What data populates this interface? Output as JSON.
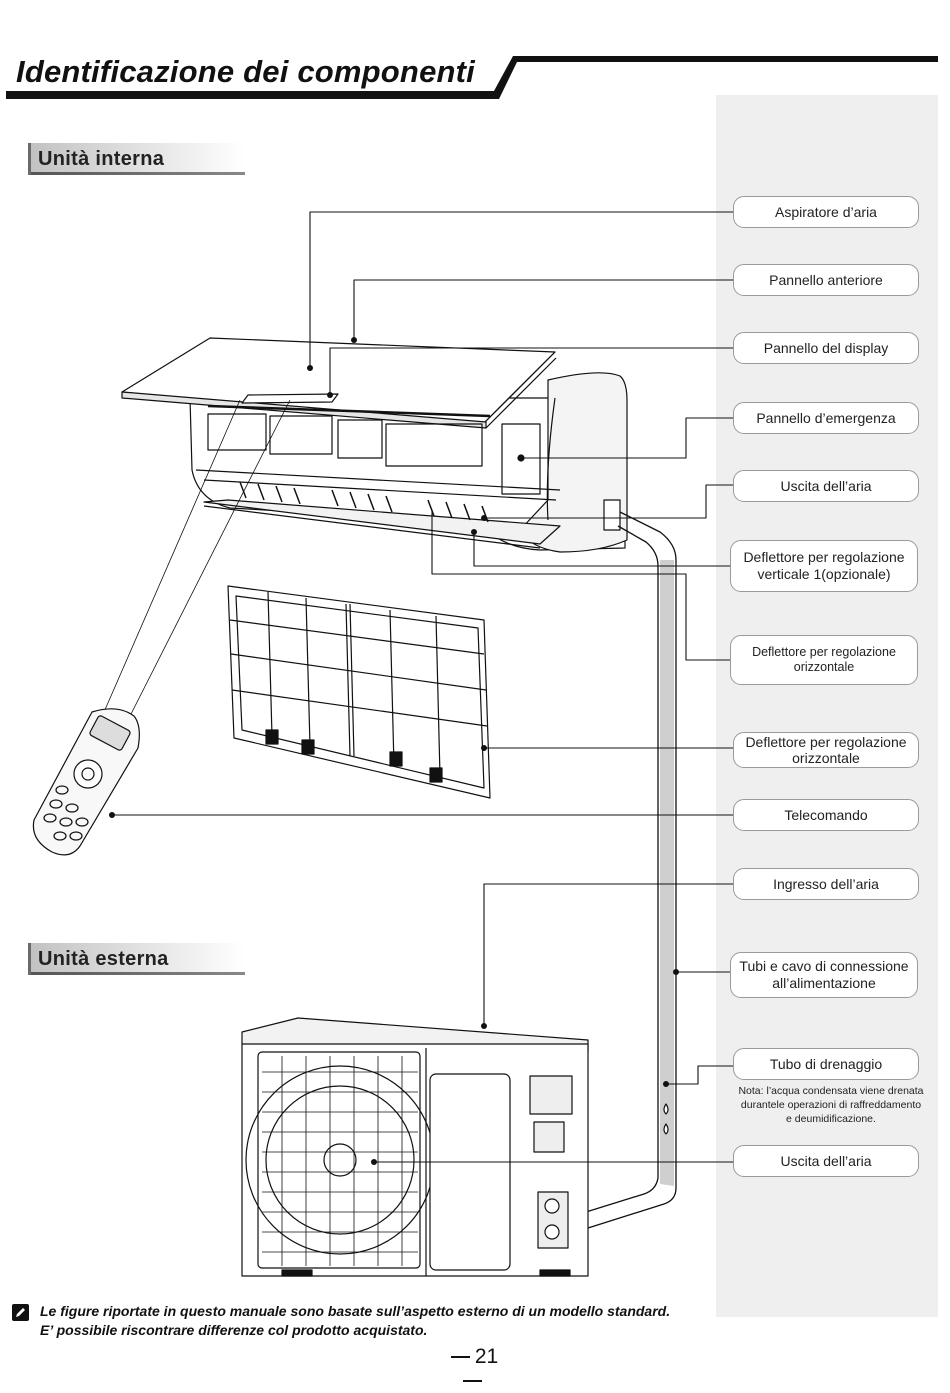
{
  "page": {
    "title": "Identificazione dei componenti",
    "page_number": "21"
  },
  "sections": {
    "indoor": "Unità interna",
    "outdoor": "Unità esterna"
  },
  "callouts": [
    {
      "id": "air-intake-indoor",
      "label": "Aspiratore d’aria"
    },
    {
      "id": "front-panel",
      "label": "Pannello anteriore"
    },
    {
      "id": "display-panel",
      "label": "Pannello del display"
    },
    {
      "id": "emergency-panel",
      "label": "Pannello d’emergenza"
    },
    {
      "id": "air-outlet-indoor",
      "label": "Uscita dell’aria"
    },
    {
      "id": "vertical-louver",
      "label": "Deflettore per regolazione verticale 1(opzionale)"
    },
    {
      "id": "horizontal-louver-small",
      "label": "Deflettore per regolazione orizzontale"
    },
    {
      "id": "horizontal-louver",
      "label": "Deflettore per regolazione orizzontale"
    },
    {
      "id": "remote-control",
      "label": "Telecomando"
    },
    {
      "id": "air-inlet-outdoor",
      "label": "Ingresso dell’aria"
    },
    {
      "id": "connection-pipes",
      "label": "Tubi e cavo di connessione all’alimentazione"
    },
    {
      "id": "drain-pipe",
      "label": "Tubo di drenaggio"
    },
    {
      "id": "air-outlet-outdoor",
      "label": "Uscita dell’aria"
    }
  ],
  "drain_note": "Nota: l’acqua condensata viene drenata durantele operazioni di raffreddamento e deumidificazione.",
  "footnote": {
    "icon": "pencil-note-icon",
    "line1": "Le figure riportate in questo manuale sono basate sull’aspetto esterno di un modello standard.",
    "line2": "E’ possibile riscontrare differenze col prodotto acquistato."
  },
  "colors": {
    "title_bar": "#111111",
    "side_band": "#efefef",
    "line": "#111111"
  }
}
